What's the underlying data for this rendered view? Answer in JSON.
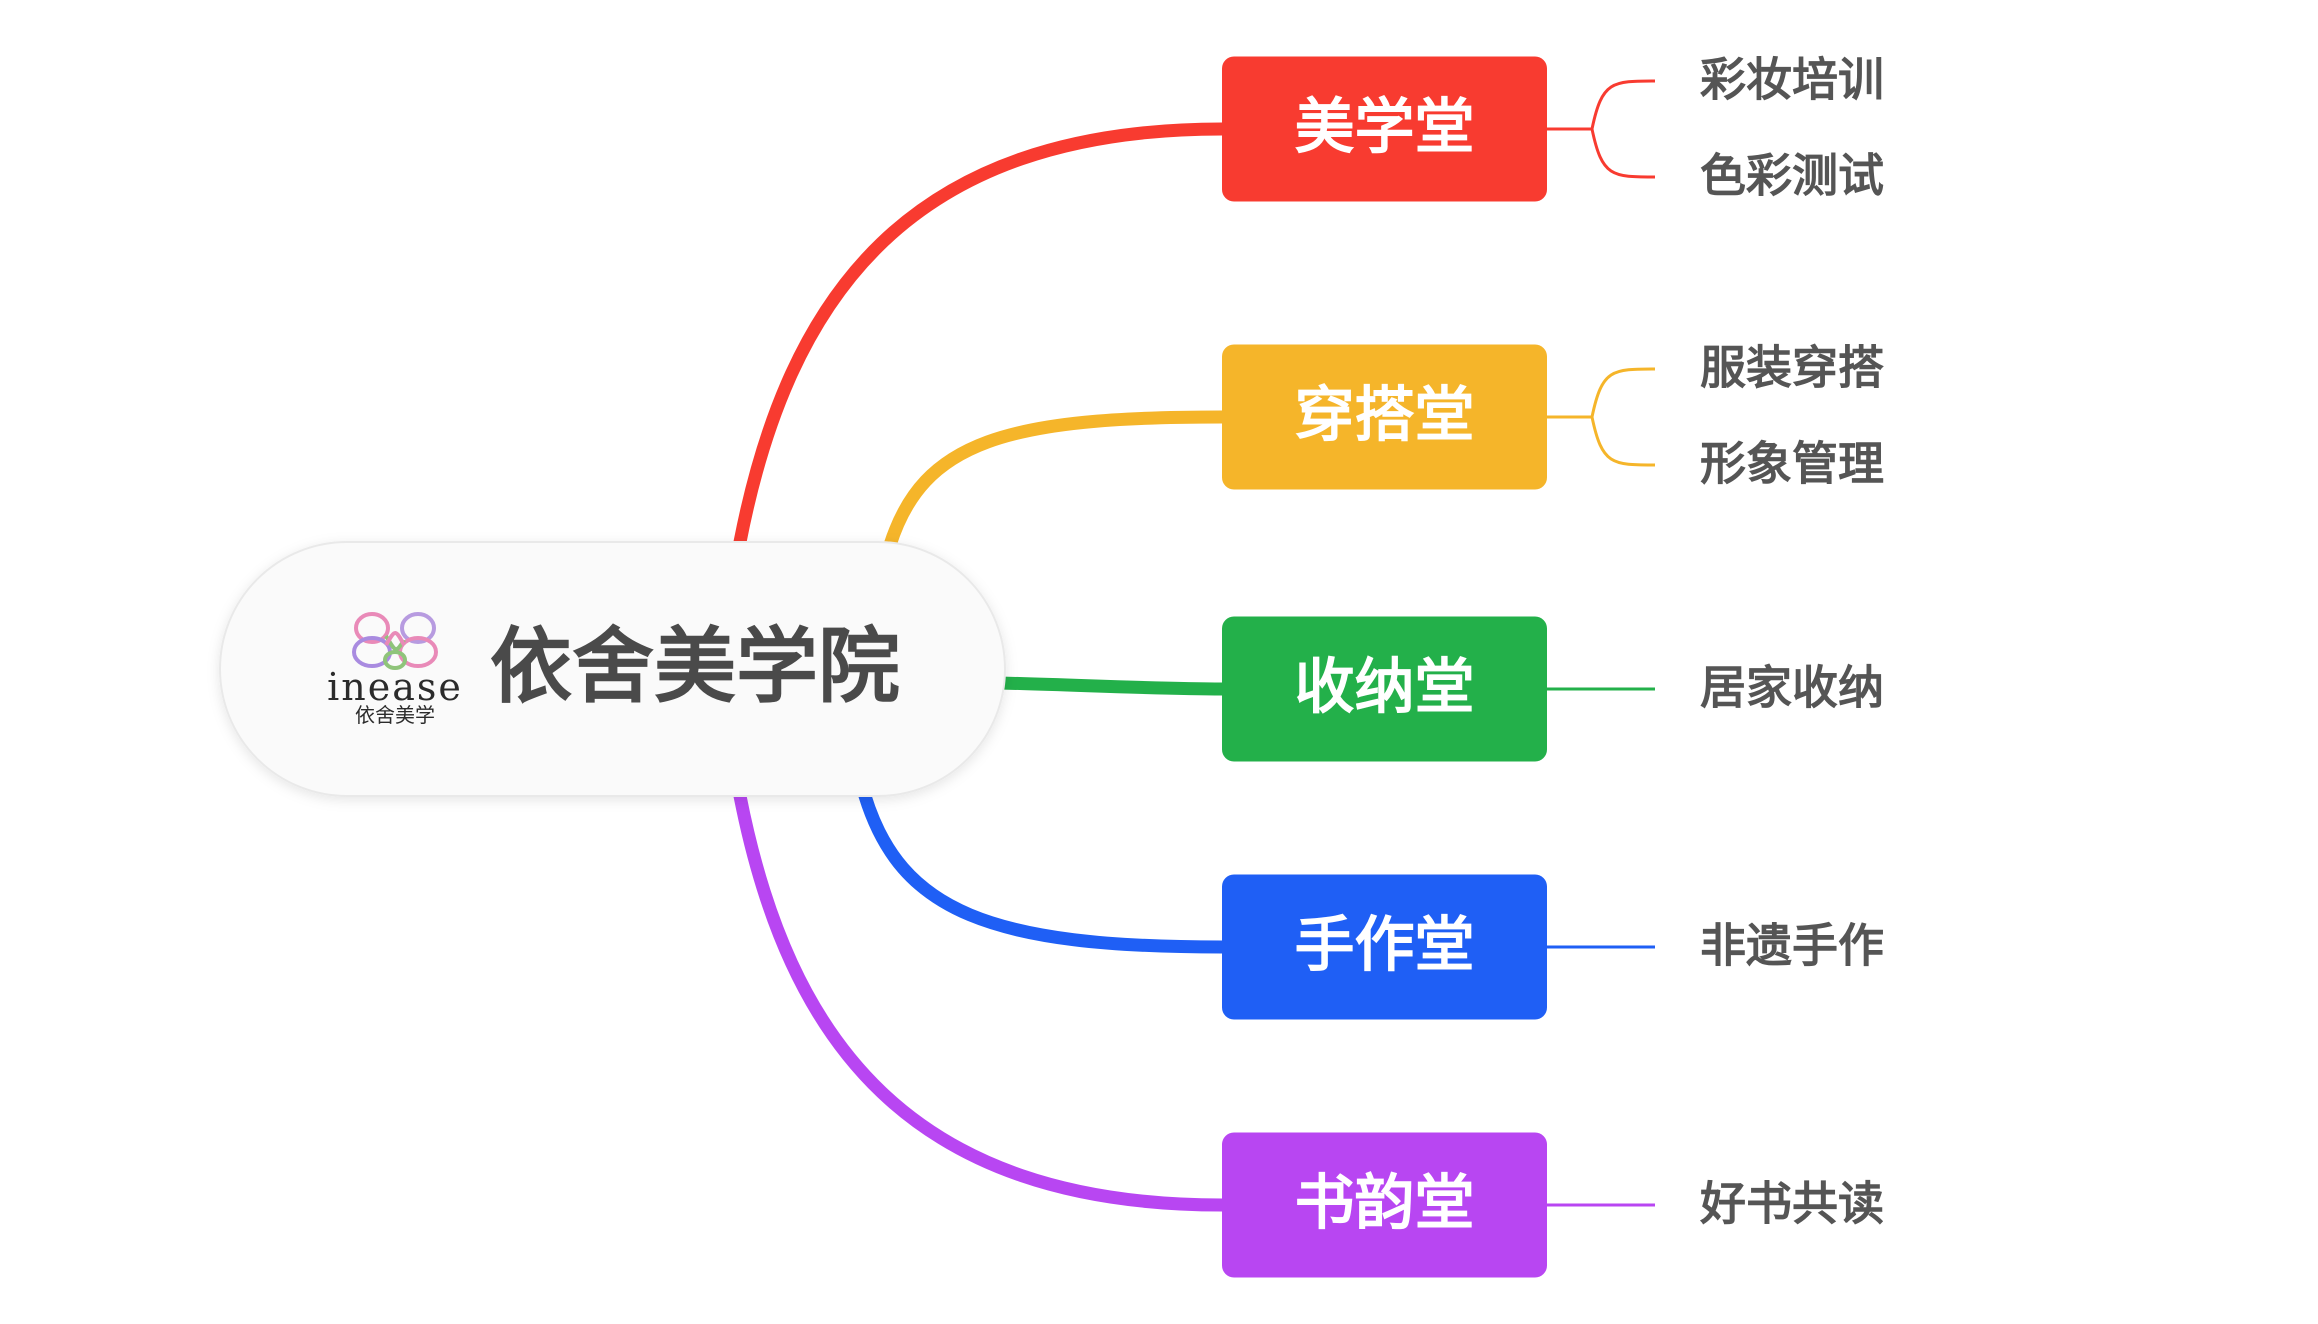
{
  "root": {
    "title": "依舍美学院",
    "logo_text": "inease",
    "logo_subtitle": "依舍美学"
  },
  "branches": [
    {
      "label": "美学堂",
      "color": "#f83b30",
      "children": [
        "彩妆培训",
        "色彩测试"
      ]
    },
    {
      "label": "穿搭堂",
      "color": "#f5b52a",
      "children": [
        "服装穿搭",
        "形象管理"
      ]
    },
    {
      "label": "收纳堂",
      "color": "#23b04a",
      "children": [
        "居家收纳"
      ]
    },
    {
      "label": "手作堂",
      "color": "#1f5ff5",
      "children": [
        "非遗手作"
      ]
    },
    {
      "label": "书韵堂",
      "color": "#b846f2",
      "children": [
        "好书共读"
      ]
    }
  ]
}
